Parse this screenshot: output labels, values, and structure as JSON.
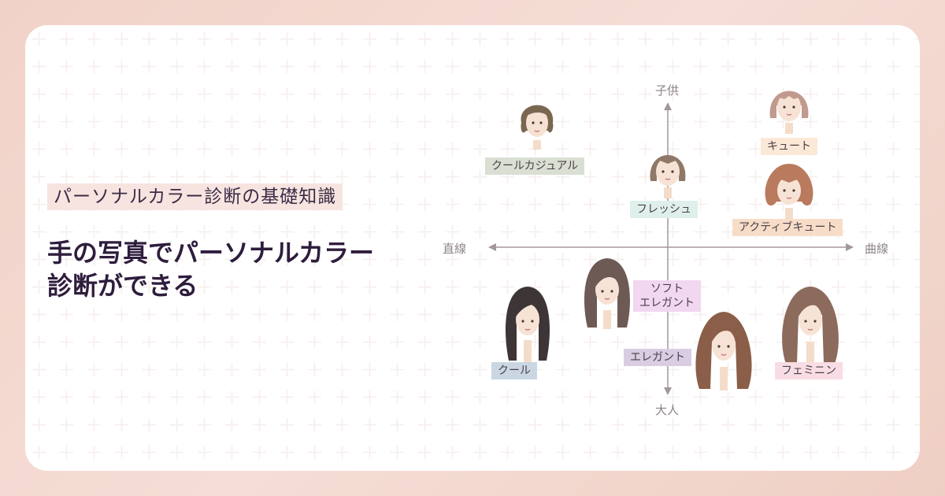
{
  "tag_text": "パーソナルカラー診断の基礎知識",
  "headline": {
    "line1": "手の写真でパーソナルカラー",
    "line2": "診断ができる"
  },
  "axes": {
    "top": "子供",
    "bottom": "大人",
    "left": "直線",
    "right": "曲線"
  },
  "types": {
    "cool_casual": "クールカジュアル",
    "cute": "キュート",
    "fresh": "フレッシュ",
    "active_cute": "アクティブキュート",
    "soft_elegant_1": "ソフト",
    "soft_elegant_2": "エレガント",
    "cool": "クール",
    "elegant": "エレガント",
    "feminine": "フェミニン"
  },
  "colors": {
    "background": "#f1d2c8",
    "headline": "#2e1d3d",
    "tag_bg": "#f7e4e0",
    "cool_casual_bg": "#d9dfd2",
    "cute_bg": "#fbe8d6",
    "fresh_bg": "#dff0ec",
    "active_cute_bg": "#f7ddc8",
    "soft_elegant_bg": "#f2d7f0",
    "cool_bg": "#cad7e2",
    "elegant_bg": "#d9cde3",
    "feminine_bg": "#f9dde4"
  }
}
